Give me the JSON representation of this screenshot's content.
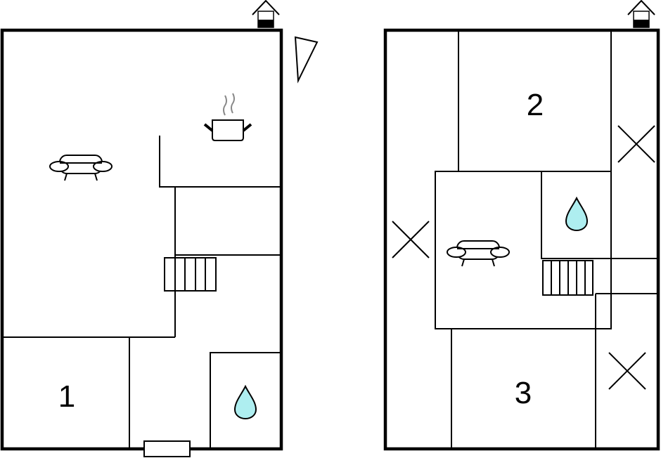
{
  "floors": [
    {
      "name": "ground-floor",
      "rooms": [
        {
          "label": "1"
        }
      ]
    },
    {
      "name": "upper-floor",
      "rooms": [
        {
          "label": "2"
        },
        {
          "label": "3"
        }
      ]
    }
  ],
  "colors": {
    "water": "#aeeef0",
    "wall": "#000000",
    "steam": "#888888"
  },
  "icons": [
    "chimney-icon",
    "north-arrow-icon",
    "sofa-icon",
    "cooking-pot-icon",
    "water-drop-icon",
    "stairs-icon",
    "bedroom-cross-icon",
    "entrance-door-icon"
  ]
}
